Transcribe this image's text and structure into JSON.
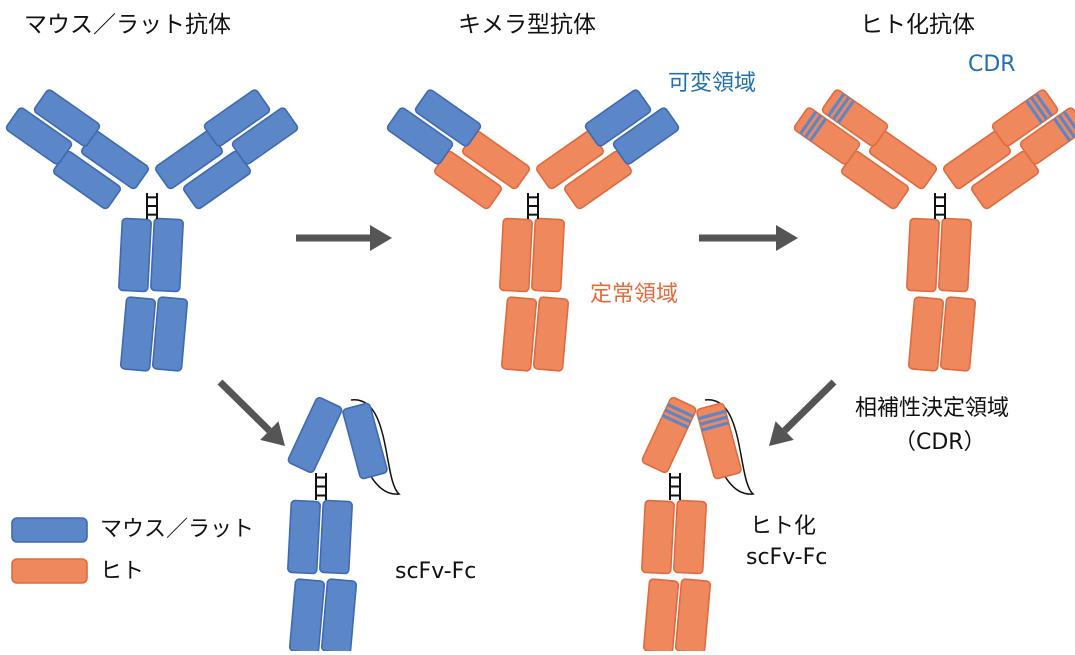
{
  "colors": {
    "mouse_fill": "#5B86C8",
    "mouse_stroke": "#3D6AB3",
    "human_fill": "#F0885E",
    "human_stroke": "#E06A3E",
    "cdr_band": "#5B86C8",
    "arrow": "#555555",
    "hinge": "#111111",
    "text_blue": "#1F6FB2",
    "text_orange": "#E8683A",
    "text_dark": "#111111"
  },
  "titles": {
    "mouse": "マウス／ラット抗体",
    "chimeric": "キメラ型抗体",
    "humanized": "ヒト化抗体"
  },
  "labels": {
    "variable_region": "可変領域",
    "constant_region": "定常領域",
    "cdr": "CDR",
    "cdr_full_line1": "相補性決定領域",
    "cdr_full_line2": "（CDR）",
    "scfv_fc": "scFv-Fc",
    "humanized_scfv_line1": "ヒト化",
    "humanized_scfv_line2": "scFv-Fc"
  },
  "legend": {
    "items": [
      {
        "name": "mouse",
        "label": "マウス／ラット",
        "color_key": "mouse"
      },
      {
        "name": "human",
        "label": "ヒト",
        "color_key": "human"
      }
    ]
  },
  "antibodies": [
    {
      "name": "mouse-antibody",
      "variable": "mouse",
      "constant": "mouse",
      "cdr": false
    },
    {
      "name": "chimeric-antibody",
      "variable": "mouse",
      "constant": "human",
      "cdr": false
    },
    {
      "name": "humanized-antibody",
      "variable": "human",
      "constant": "human",
      "cdr": true
    }
  ],
  "scfv": [
    {
      "name": "mouse-scfv-fc",
      "color": "mouse",
      "cdr": false
    },
    {
      "name": "humanized-scfv-fc",
      "color": "human",
      "cdr": true
    }
  ]
}
